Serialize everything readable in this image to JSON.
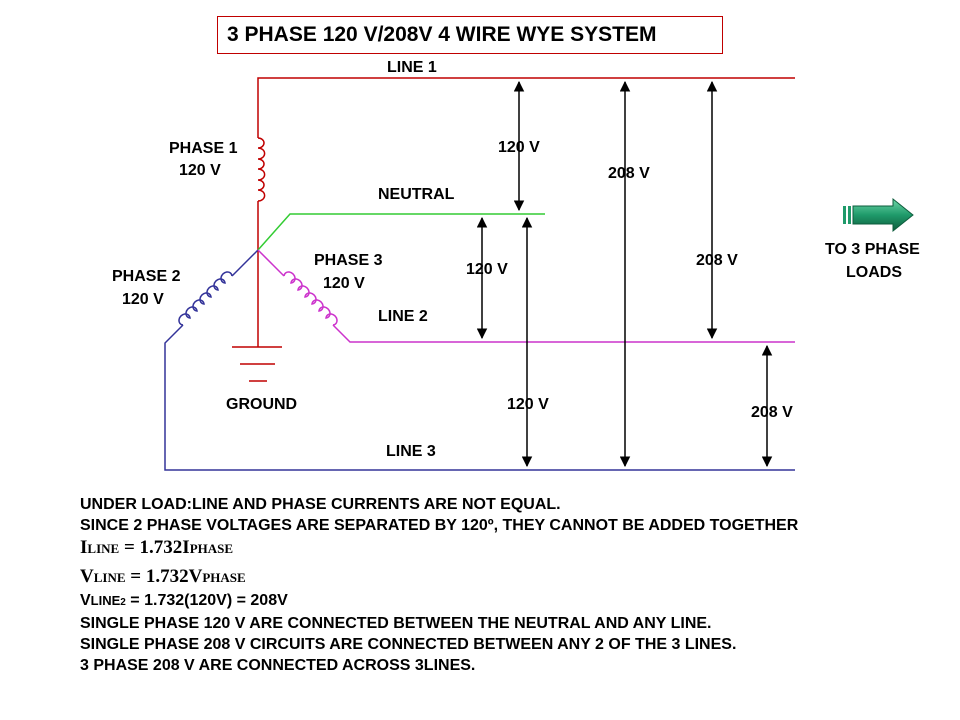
{
  "title": "3 PHASE 120 V/208V 4 WIRE WYE SYSTEM",
  "labels": {
    "line1": "LINE 1",
    "line2": "LINE 2",
    "line3": "LINE 3",
    "neutral": "NEUTRAL",
    "ground": "GROUND",
    "phase1_name": "PHASE 1",
    "phase1_volt": "120 V",
    "phase2_name": "PHASE 2",
    "phase2_volt": "120 V",
    "phase3_name": "PHASE 3",
    "phase3_volt": "120 V",
    "v_line1_neutral": "120 V",
    "v_neutral_line2": "120 V",
    "v_neutral_line3": "120 V",
    "v_line1_line3": "208 V",
    "v_line1_line2": "208 V",
    "v_line2_line3": "208 V",
    "loads_line1": "TO 3 PHASE",
    "loads_line2": "LOADS"
  },
  "notes": {
    "n1": "UNDER LOAD:LINE AND PHASE CURRENTS ARE NOT EQUAL.",
    "n2": "SINCE 2 PHASE VOLTAGES ARE SEPARATED BY 120º, THEY CANNOT BE ADDED TOGETHER",
    "i_I": "I",
    "i_line": "LINE",
    "i_eq": " = 1.732",
    "i_I2": "I",
    "i_phase": "PHASE",
    "v_V": "V",
    "v_line": "LINE",
    "v_eq": " = 1.732",
    "v_V2": "V",
    "v_phase": "PHASE",
    "vl_V": "V",
    "vl_line": "LINE",
    "vl_sub": "2",
    "vl_rest": " = 1.732(120V) = 208V",
    "n3": "SINGLE PHASE 120 V ARE CONNECTED BETWEEN THE NEUTRAL AND ANY LINE.",
    "n4": "SINGLE PHASE 208 V CIRCUITS ARE CONNECTED BETWEEN ANY 2 OF THE 3 LINES.",
    "n5": "3 PHASE 208 V ARE CONNECTED ACROSS 3LINES."
  },
  "colors": {
    "line1": "#c00000",
    "neutral": "#33cc33",
    "line2": "#cc33cc",
    "line3": "#333399",
    "arrow": "#2e8b57"
  }
}
